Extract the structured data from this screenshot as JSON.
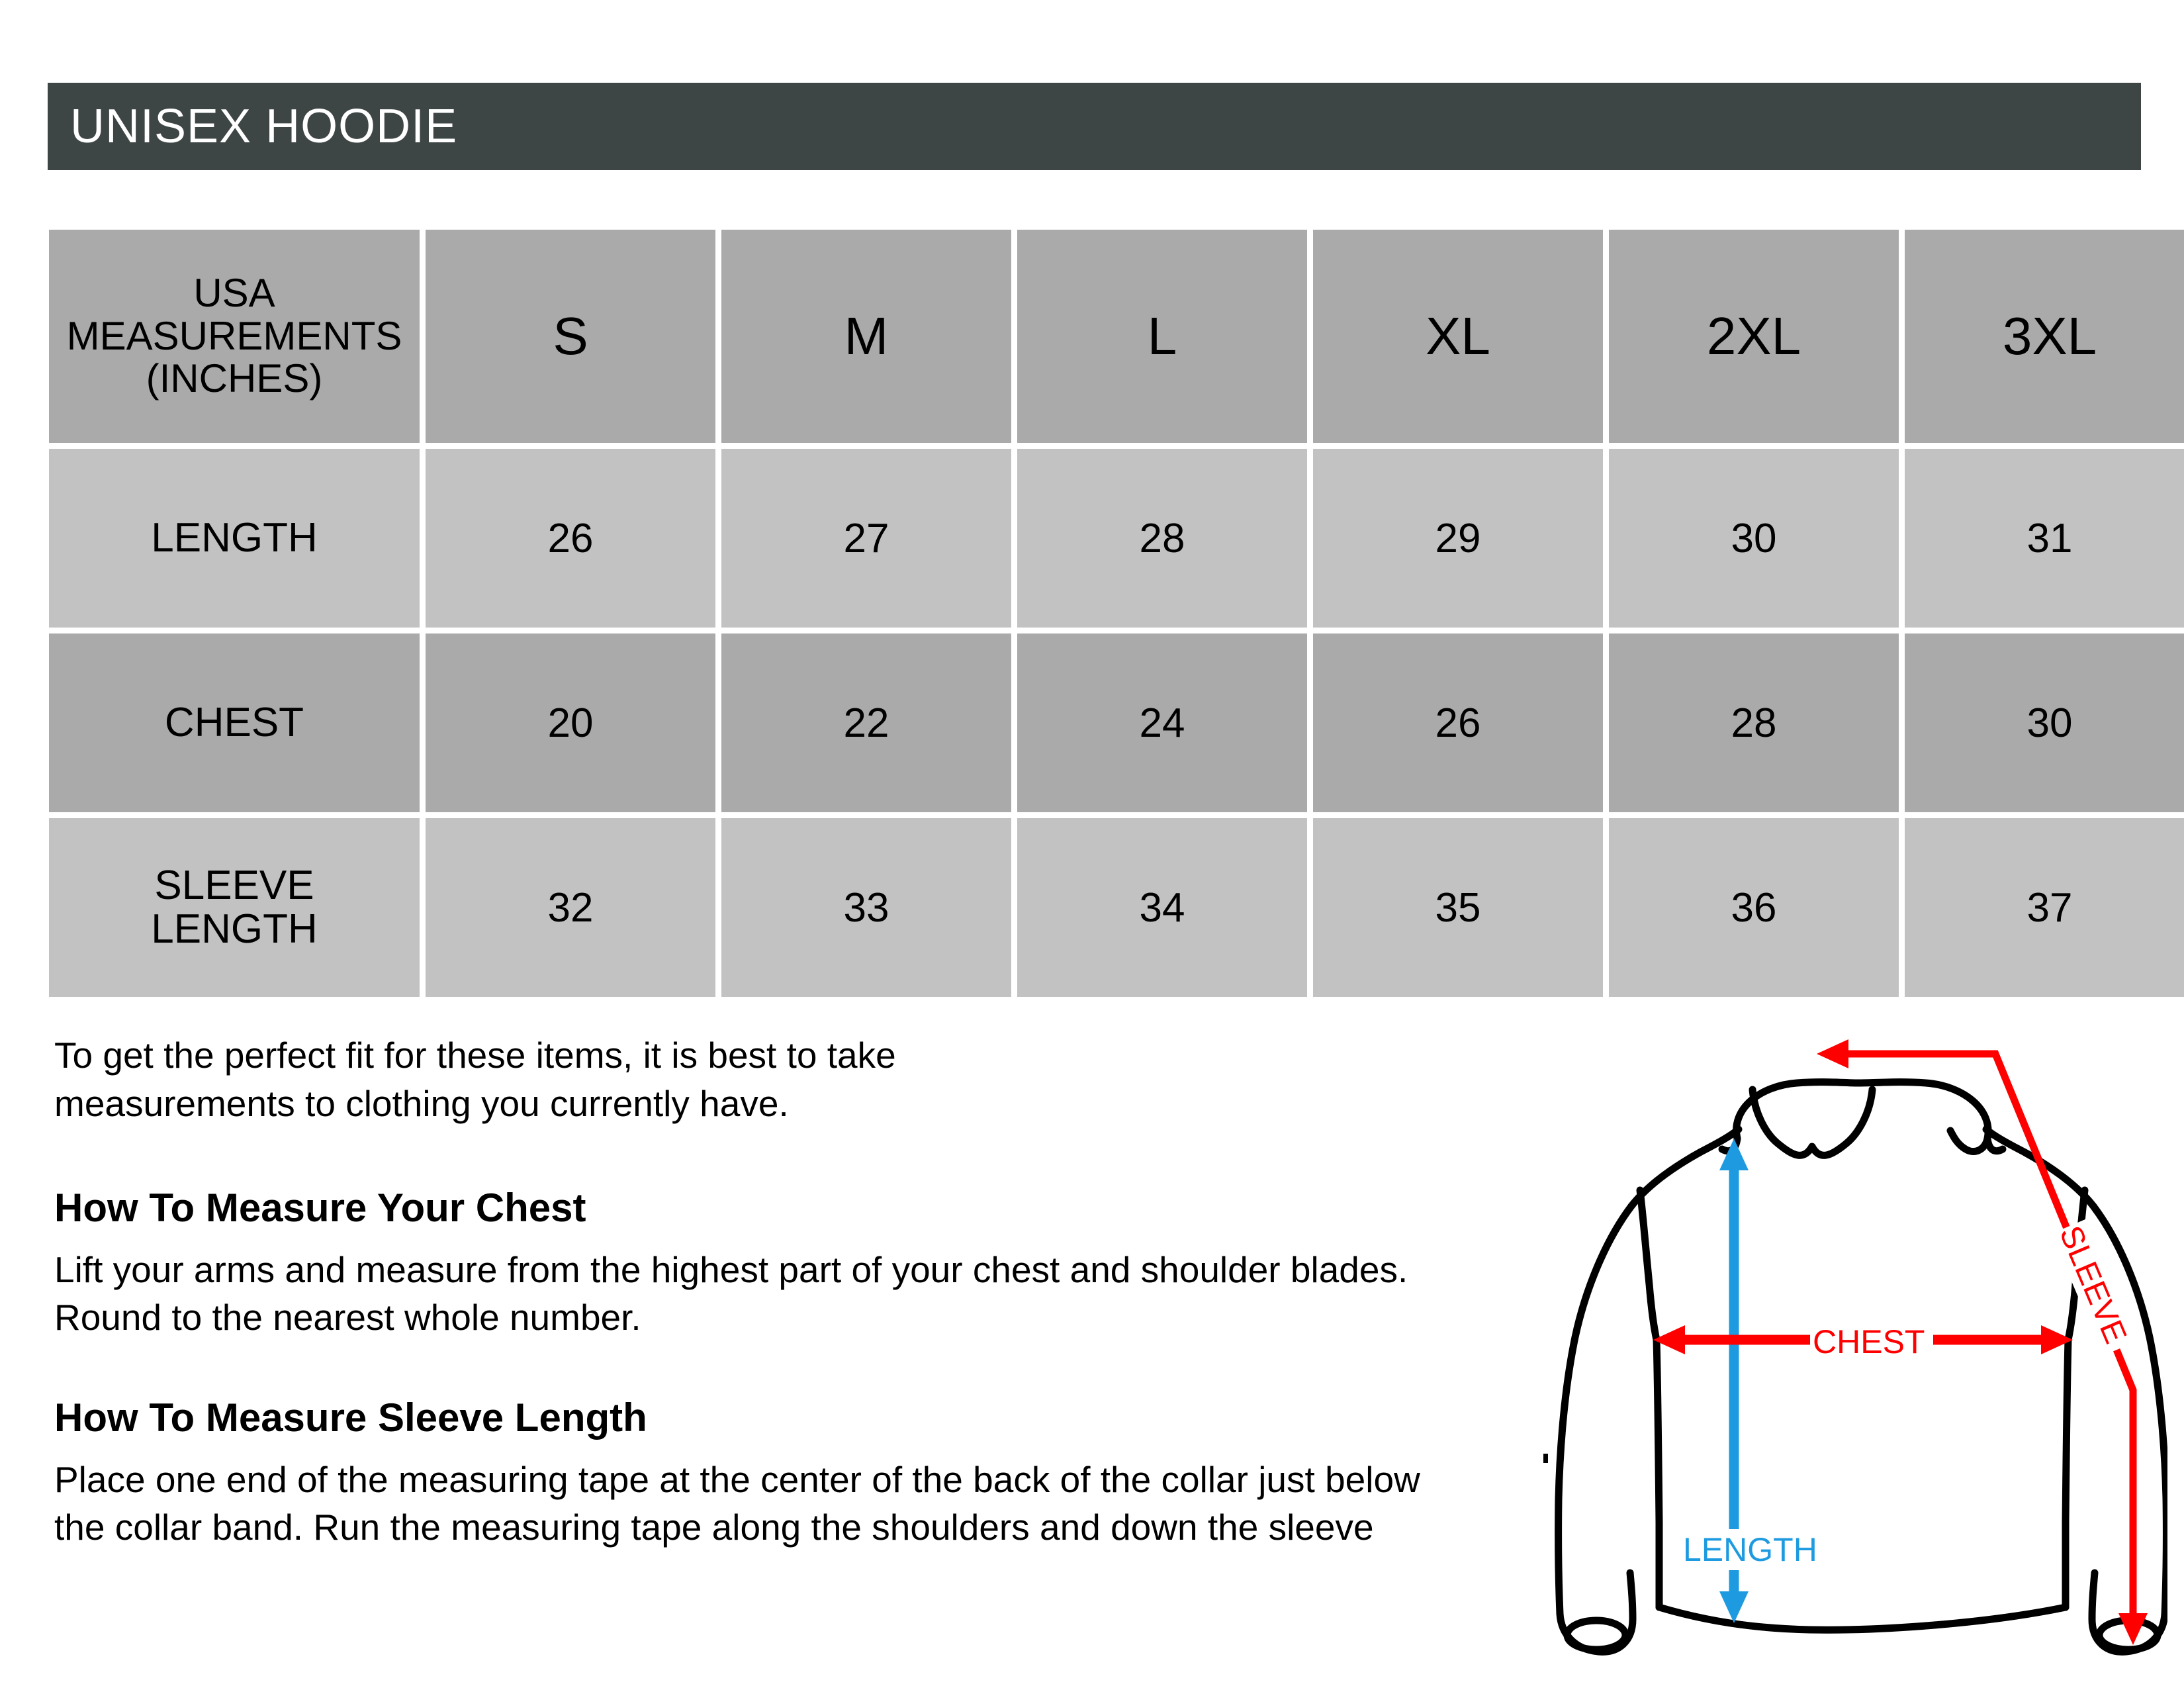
{
  "header": {
    "title": "UNISEX HOODIE",
    "bar_color": "#3e4545",
    "text_color": "#ffffff"
  },
  "table": {
    "corner_label": "USA\nMEASUREMENTS\n(INCHES)",
    "sizes": [
      "S",
      "M",
      "L",
      "XL",
      "2XL",
      "3XL"
    ],
    "header_bg": "#aaaaaa",
    "dark_row_bg": "#aaaaaa",
    "light_row_bg": "#c2c2c2",
    "rows": [
      {
        "label": "LENGTH",
        "values": [
          "26",
          "27",
          "28",
          "29",
          "30",
          "31"
        ]
      },
      {
        "label": "CHEST",
        "values": [
          "20",
          "22",
          "24",
          "26",
          "28",
          "30"
        ]
      },
      {
        "label": "SLEEVE\nLENGTH",
        "values": [
          "32",
          "33",
          "34",
          "35",
          "36",
          "37"
        ]
      }
    ]
  },
  "copy": {
    "intro": "To get the perfect fit for these items, it is best to take\nmeasurements to clothing you currently have.",
    "chest_heading": "How To Measure Your Chest",
    "chest_body": "Lift your arms and measure from the highest part of your chest and shoulder blades.\nRound to the nearest whole number.",
    "sleeve_heading": "How To Measure Sleeve Length",
    "sleeve_body": "Place one end of the measuring tape at the center of the back of the collar just below\nthe collar band. Run the measuring tape along the shoulders and down the sleeve"
  },
  "diagram": {
    "labels": {
      "chest": "CHEST",
      "length": "LENGTH",
      "sleeve": "SLEEVE"
    },
    "colors": {
      "outline": "#000000",
      "chest_arrow": "#ff0000",
      "sleeve_arrow": "#ff0000",
      "length_arrow": "#1e9be0"
    }
  }
}
